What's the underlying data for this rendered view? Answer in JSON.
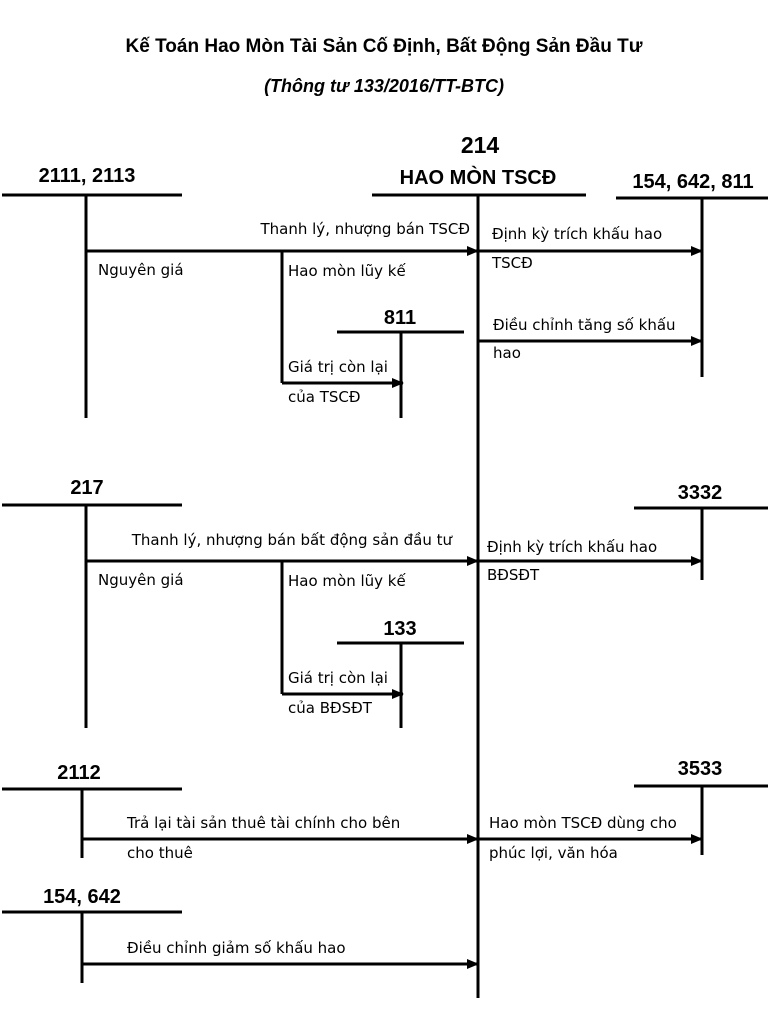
{
  "title": "Kế Toán  Hao Mòn Tài Sản Cố Định, Bất Động Sản Đầu Tư",
  "subtitle": "(Thông tư 133/2016/TT-BTC)",
  "center": {
    "number": "214",
    "name": "HAO MÒN TSCĐ"
  },
  "accounts": {
    "a2111": "2111, 2113",
    "a811_mid": "811",
    "a154_right": "154, 642, 811",
    "a217": "217",
    "a133": "133",
    "a3332": "3332",
    "a2112": "2112",
    "a3533": "3533",
    "a154_bottom": "154, 642"
  },
  "labels": {
    "thanh_ly_tscd": "Thanh lý, nhượng bán TSCĐ",
    "nguyen_gia_1": "Nguyên giá",
    "hao_mon_luy_ke_1": "Hao mòn lũy kế",
    "gtcl_1_line1": "Giá trị còn lại",
    "gtcl_1_line2": "của TSCĐ",
    "dinh_ky_1_line1": "Định kỳ trích khấu hao",
    "dinh_ky_1_line2": "TSCĐ",
    "dieu_chinh_tang_line1": "Điều chỉnh tăng số khấu",
    "dieu_chinh_tang_line2": "hao",
    "thanh_ly_bds": "Thanh lý, nhượng bán bất động sản đầu tư",
    "nguyen_gia_2": "Nguyên giá",
    "hao_mon_luy_ke_2": "Hao mòn lũy kế",
    "gtcl_2_line1": "Giá trị còn lại",
    "gtcl_2_line2": "của BĐSĐT",
    "dinh_ky_2_line1": "Định kỳ trích khấu hao",
    "dinh_ky_2_line2": "BĐSĐT",
    "tra_lai_line1": "Trả lại tài sản thuê tài chính cho bên",
    "tra_lai_line2": "cho thuê",
    "hao_mon_phuc_loi_line1": "Hao mòn TSCĐ dùng cho",
    "hao_mon_phuc_loi_line2": "phúc lợi, văn hóa",
    "dieu_chinh_giam": "Điều chỉnh giảm số khấu hao"
  }
}
